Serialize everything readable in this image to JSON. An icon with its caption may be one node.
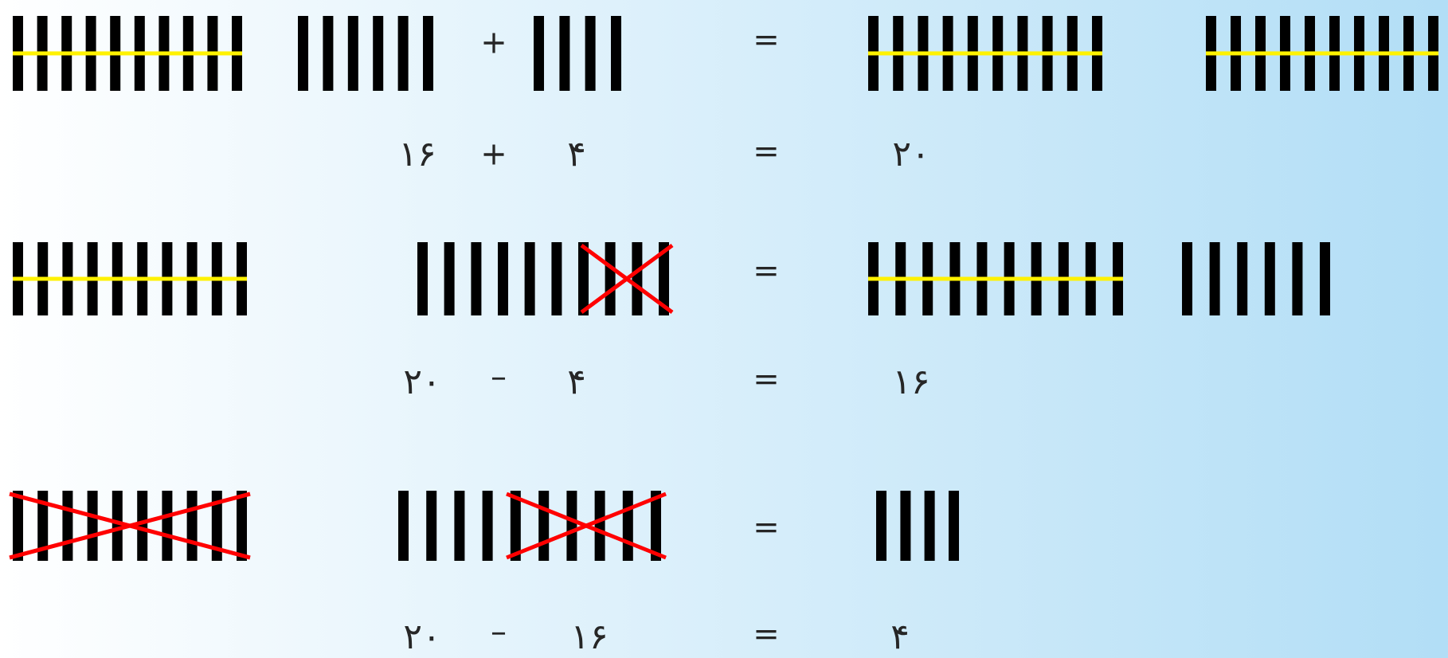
{
  "diagram": {
    "labels": [
      "+",
      "=",
      "۱۶",
      "+",
      "۴",
      "=",
      "۲۰",
      "=",
      "۲۰",
      "–",
      "۴",
      "=",
      "۱۶",
      "=",
      "۲۰",
      "–",
      "۱۶",
      "=",
      "۴"
    ]
  }
}
